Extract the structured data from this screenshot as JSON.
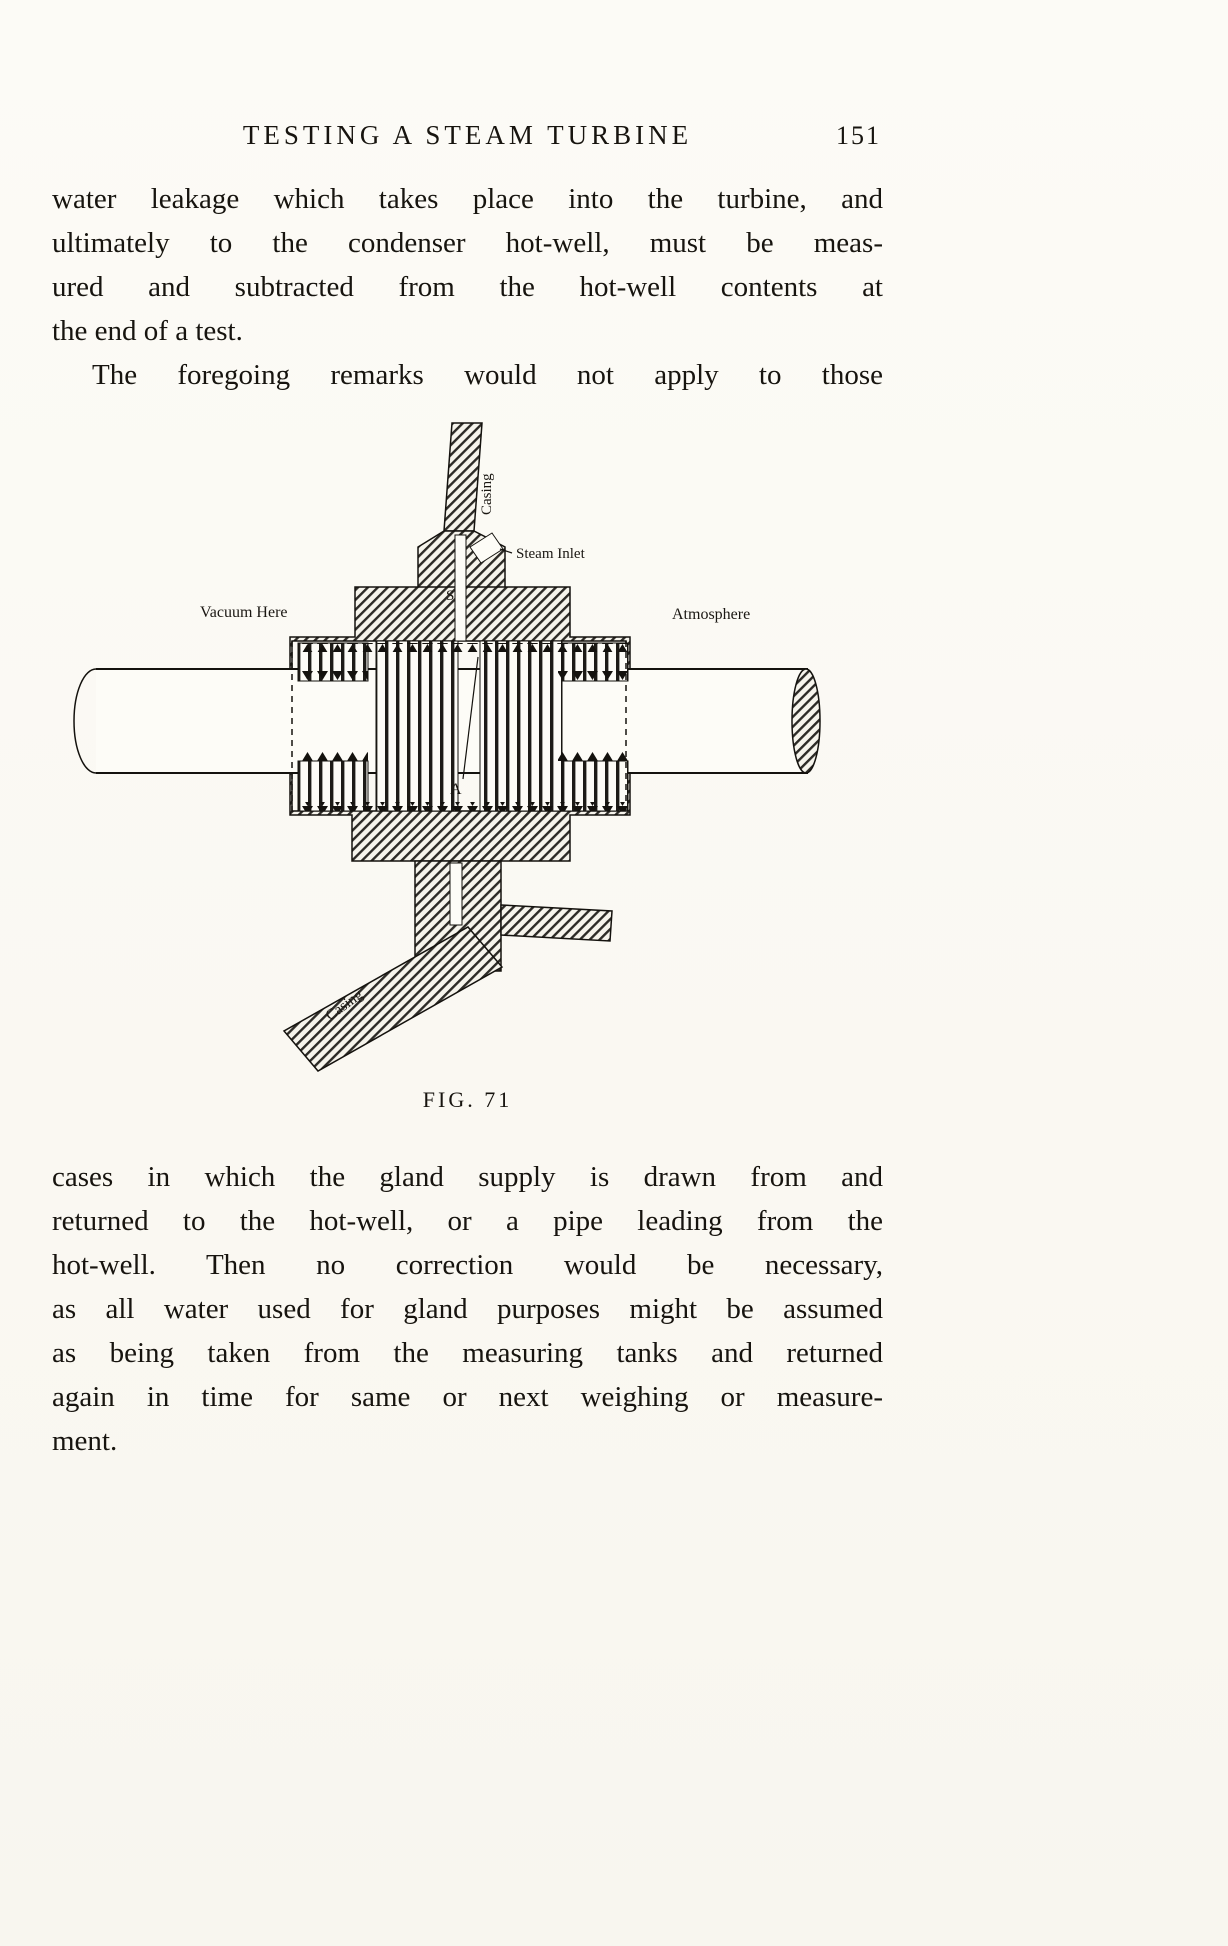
{
  "header": {
    "title": "TESTING A STEAM TURBINE",
    "page_number": "151"
  },
  "body": {
    "p1_lines": [
      "water leakage which takes place into the turbine, and",
      "ultimately to the condenser hot-well, must be meas-",
      "ured and subtracted from the hot-well contents at",
      "the end of a test."
    ],
    "p2_line": "The foregoing remarks would not apply to those",
    "p3_lines": [
      "cases in which the gland supply is drawn from and",
      "returned to the hot-well, or a pipe leading from the",
      "hot-well. Then no correction would be necessary,",
      "as all water used for gland purposes might be assumed",
      "as being taken from the measuring tanks and returned",
      "again in time for same or next weighing or measure-",
      "ment."
    ]
  },
  "figure": {
    "caption": "FIG. 71",
    "labels": {
      "casing_top": "Casing",
      "steam_inlet": "Steam Inlet",
      "vacuum_here": "Vacuum Here",
      "atmosphere": "Atmosphere",
      "casing_bottom": "Casing",
      "point_s": "S",
      "point_a": "A"
    }
  }
}
